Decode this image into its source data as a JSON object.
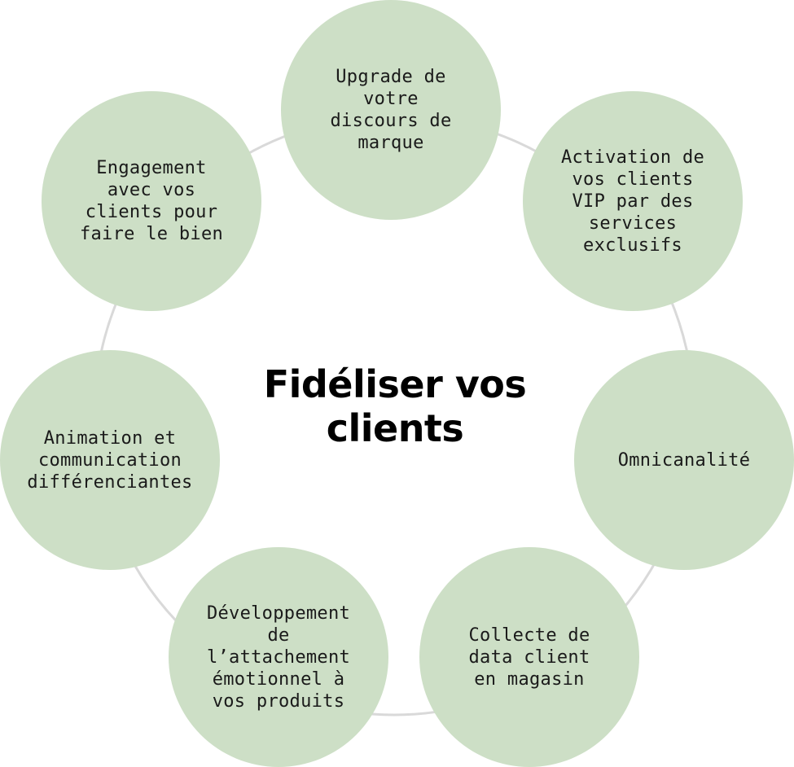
{
  "title": "Fidéliser vos\nclients",
  "colors": {
    "node_fill": "#cddfc6",
    "ring_stroke": "#d9d9d9",
    "text": "#1a1a1a"
  },
  "nodes": [
    {
      "label": "Upgrade de\nvotre\ndiscours de\nmarque"
    },
    {
      "label": "Activation de\nvos clients\nVIP par des\nservices\nexclusifs"
    },
    {
      "label": "Omnicanalité"
    },
    {
      "label": "Collecte de\ndata client\nen magasin"
    },
    {
      "label": "Développement\nde\nl’attachement\némotionnel à\nvos produits"
    },
    {
      "label": "Animation et\ncommunication\ndifférenciantes"
    },
    {
      "label": "Engagement\navec vos\nclients pour\nfaire le bien"
    }
  ]
}
